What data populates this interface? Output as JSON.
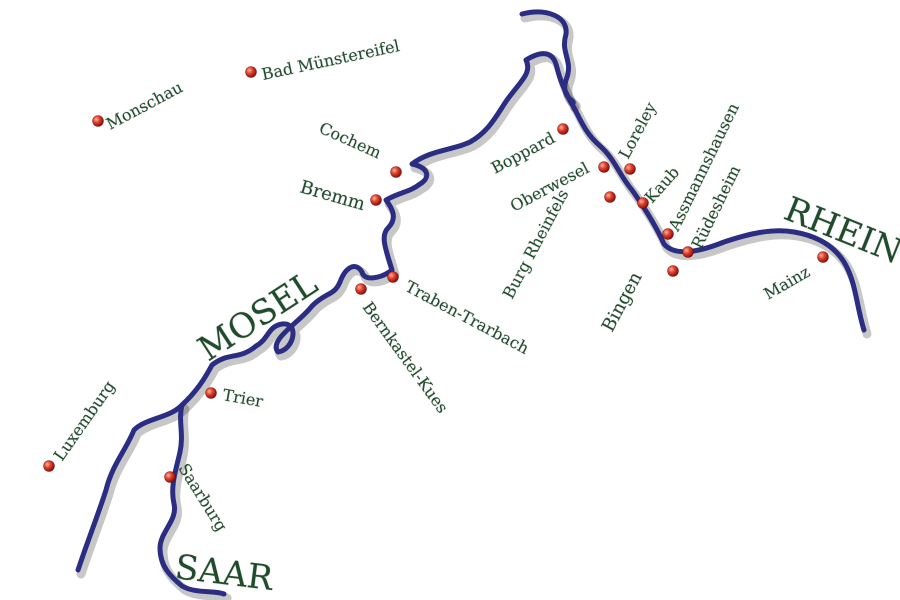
{
  "colors": {
    "river": "#2b2d82",
    "label": "#1f4c2a",
    "dot": "#d63a2a"
  },
  "rivers": {
    "mosel": "MOSEL",
    "rhein": "RHEIN",
    "saar": "SAAR"
  },
  "towns": {
    "monschau": "Monschau",
    "bad_muenstereifel": "Bad Münstereifel",
    "cochem": "Cochem",
    "bremm": "Bremm",
    "traben_trarbach": "Traben-Trarbach",
    "bernkastel_kues": "Bernkastel-Kues",
    "trier": "Trier",
    "luxemburg": "Luxemburg",
    "saarburg": "Saarburg",
    "boppard": "Boppard",
    "oberwesel": "Oberwesel",
    "loreley": "Loreley",
    "burg_rheinfels": "Burg Rheinfels",
    "kaub": "Kaub",
    "assmannshausen": "Assmannshausen",
    "ruedesheim": "Rüdesheim",
    "bingen": "Bingen",
    "mainz": "Mainz"
  }
}
